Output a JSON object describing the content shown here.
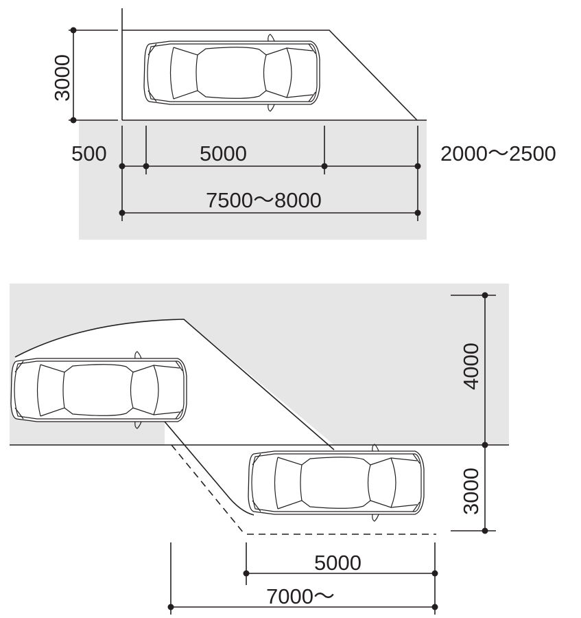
{
  "diagram": {
    "colors": {
      "road_gray": "#e6e6e7",
      "line": "#231f20",
      "background": "#ffffff"
    },
    "top_layout": {
      "type": "parallel-parking-space",
      "labels": {
        "depth": "3000",
        "setback": "500",
        "car_length": "5000",
        "clearance": "2000～2500",
        "total_length": "7500～8000"
      }
    },
    "bottom_layout": {
      "type": "parallel-parking-maneuver",
      "labels": {
        "road_width": "4000",
        "space_depth": "3000",
        "car_length": "5000",
        "total_length": "7000～"
      }
    }
  }
}
